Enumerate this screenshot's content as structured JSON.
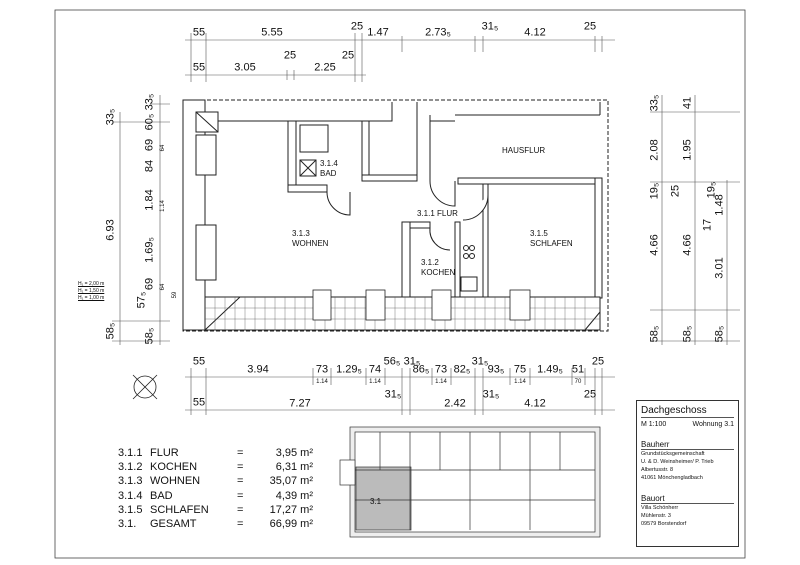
{
  "dims": {
    "top1": [
      "55",
      "5.55",
      "25",
      "1.47",
      "2.73₅",
      "31₅",
      "4.12",
      "25"
    ],
    "top2": [
      "55",
      "3.05",
      "25",
      "2.25",
      "25"
    ],
    "left1": [
      "33₅",
      "6.93",
      "58₅"
    ],
    "left2": [
      "33₅",
      "60₅",
      "69",
      "84",
      "1.84",
      "1.69₅",
      "69",
      "57₅",
      "58₅"
    ],
    "left_small": [
      "64",
      "1.14",
      "64",
      "59"
    ],
    "right1": [
      "33₅",
      "2.08",
      "19₅",
      "4.66",
      "58₅"
    ],
    "right2": [
      "41",
      "1.95",
      "25",
      "4.66",
      "58₅"
    ],
    "right3": [
      "19₅",
      "1.48",
      "17",
      "3.01",
      "58₅"
    ],
    "bottom1": [
      "55",
      "3.94",
      "73",
      "1.29₅",
      "74",
      "56₅",
      "31₅",
      "86₅",
      "73",
      "82₅",
      "31₅",
      "93₅",
      "75",
      "1.49₅",
      "51",
      "25"
    ],
    "bottom1_small": [
      "1.14",
      "1.14",
      "1.14",
      "1.14",
      "70"
    ],
    "bottom2": [
      "55",
      "7.27",
      "31₅",
      "2.42",
      "31₅",
      "4.12",
      "25"
    ]
  },
  "legend": [
    "H₁ = 2,00 m",
    "H₁ = 1,50 m",
    "H₁ = 1,00 m"
  ],
  "rooms": {
    "bad": {
      "no": "3.1.4",
      "name": "BAD"
    },
    "wohnen": {
      "no": "3.1.3",
      "name": "WOHNEN"
    },
    "flur": "3.1.1 FLUR",
    "kochen": {
      "no": "3.1.2",
      "name": "KOCHEN"
    },
    "schlafen": {
      "no": "3.1.5",
      "name": "SCHLAFEN"
    },
    "hausflur": "HAUSFLUR"
  },
  "overview_label": "3.1",
  "areas": [
    {
      "no": "3.1.1",
      "name": "FLUR",
      "eq": "=",
      "value": "3,95 m²"
    },
    {
      "no": "3.1.2",
      "name": "KOCHEN",
      "eq": "=",
      "value": "6,31 m²"
    },
    {
      "no": "3.1.3",
      "name": "WOHNEN",
      "eq": "=",
      "value": "35,07 m²"
    },
    {
      "no": "3.1.4",
      "name": "BAD",
      "eq": "=",
      "value": "4,39 m²"
    },
    {
      "no": "3.1.5",
      "name": "SCHLAFEN",
      "eq": "=",
      "value": "17,27 m²"
    },
    {
      "no": "3.1.",
      "name": "GESAMT",
      "eq": "=",
      "value": "66,99 m²"
    }
  ],
  "title_block": {
    "title": "Dachgeschoss",
    "scale": "M 1:100",
    "unit": "Wohnung 3.1",
    "bauherr_heading": "Bauherr",
    "bauherr_lines": [
      "Grundstücksgemeinschaft",
      "U. & D. Weinsheimer/ P. Trieb",
      "Albertusstr. 8",
      "41061 Mönchengladbach"
    ],
    "bauort_heading": "Bauort",
    "bauort_lines": [
      "Villa Schönherr",
      "Mühlenstr. 3",
      "09579 Borstendorf"
    ]
  }
}
